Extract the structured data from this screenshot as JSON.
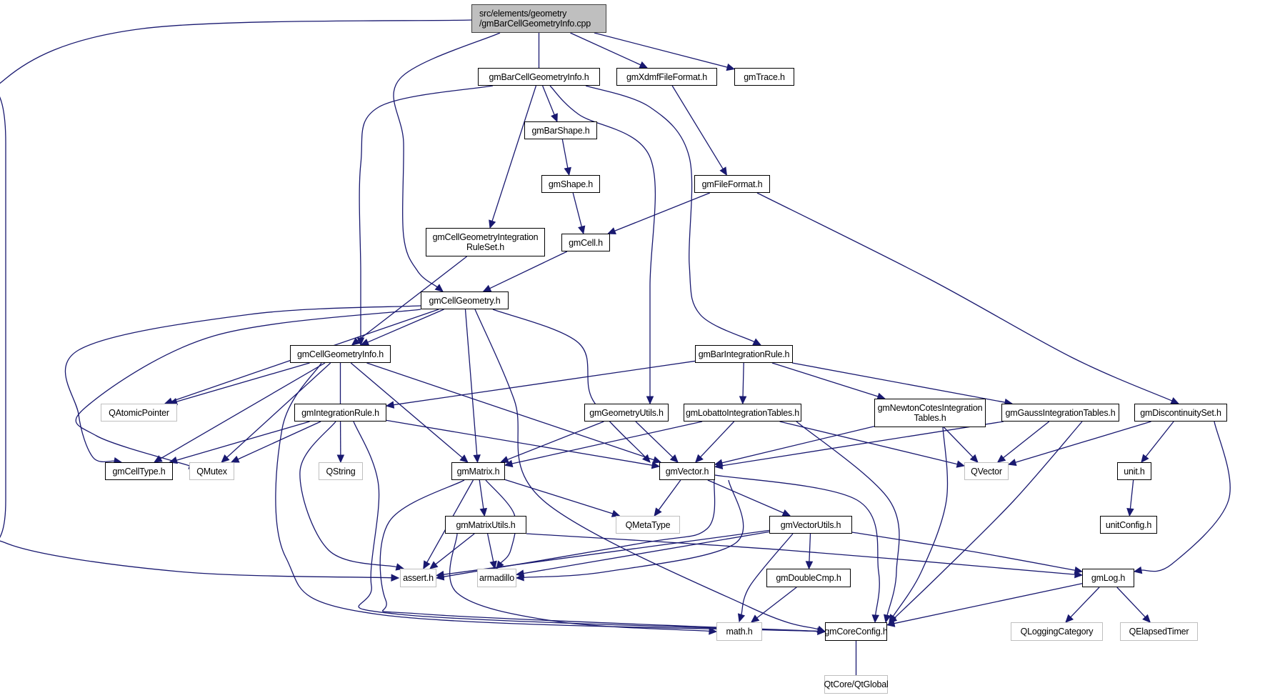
{
  "title": "src/elements/geometry/gmBarCellGeometryInfo.cpp include dependency graph",
  "colors": {
    "edge": "#191970",
    "root_fill": "#bfbfbf",
    "documented_border": "#000000",
    "external_border": "#bfbfbf"
  },
  "nodes": [
    {
      "id": "root",
      "label": "src/elements/geometry\n/gmBarCellGeometryInfo.cpp",
      "kind": "root"
    },
    {
      "id": "gmBarCellGeometryInfo_h",
      "label": "gmBarCellGeometryInfo.h",
      "kind": "doc"
    },
    {
      "id": "gmXdmfFileFormat_h",
      "label": "gmXdmfFileFormat.h",
      "kind": "doc"
    },
    {
      "id": "gmTrace_h",
      "label": "gmTrace.h",
      "kind": "doc"
    },
    {
      "id": "gmBarShape_h",
      "label": "gmBarShape.h",
      "kind": "doc"
    },
    {
      "id": "gmShape_h",
      "label": "gmShape.h",
      "kind": "doc"
    },
    {
      "id": "gmFileFormat_h",
      "label": "gmFileFormat.h",
      "kind": "doc"
    },
    {
      "id": "gmCellGeometryIntegrationRuleSet_h",
      "label": "gmCellGeometryIntegration\nRuleSet.h",
      "kind": "doc"
    },
    {
      "id": "gmCell_h",
      "label": "gmCell.h",
      "kind": "doc"
    },
    {
      "id": "gmCellGeometry_h",
      "label": "gmCellGeometry.h",
      "kind": "doc"
    },
    {
      "id": "gmCellGeometryInfo_h",
      "label": "gmCellGeometryInfo.h",
      "kind": "doc"
    },
    {
      "id": "gmBarIntegrationRule_h",
      "label": "gmBarIntegrationRule.h",
      "kind": "doc"
    },
    {
      "id": "QAtomicPointer",
      "label": "QAtomicPointer",
      "kind": "ext"
    },
    {
      "id": "gmIntegrationRule_h",
      "label": "gmIntegrationRule.h",
      "kind": "doc"
    },
    {
      "id": "gmGeometryUtils_h",
      "label": "gmGeometryUtils.h",
      "kind": "doc"
    },
    {
      "id": "gmLobattoIntegrationTables_h",
      "label": "gmLobattoIntegrationTables.h",
      "kind": "doc"
    },
    {
      "id": "gmNewtonCotesIntegrationTables_h",
      "label": "gmNewtonCotesIntegration\nTables.h",
      "kind": "doc"
    },
    {
      "id": "gmGaussIntegrationTables_h",
      "label": "gmGaussIntegrationTables.h",
      "kind": "doc"
    },
    {
      "id": "gmDiscontinuitySet_h",
      "label": "gmDiscontinuitySet.h",
      "kind": "doc"
    },
    {
      "id": "gmCellType_h",
      "label": "gmCellType.h",
      "kind": "doc"
    },
    {
      "id": "QMutex",
      "label": "QMutex",
      "kind": "ext"
    },
    {
      "id": "QString",
      "label": "QString",
      "kind": "ext"
    },
    {
      "id": "gmMatrix_h",
      "label": "gmMatrix.h",
      "kind": "doc"
    },
    {
      "id": "gmVector_h",
      "label": "gmVector.h",
      "kind": "doc"
    },
    {
      "id": "QVector",
      "label": "QVector",
      "kind": "ext"
    },
    {
      "id": "unit_h",
      "label": "unit.h",
      "kind": "doc"
    },
    {
      "id": "gmMatrixUtils_h",
      "label": "gmMatrixUtils.h",
      "kind": "doc"
    },
    {
      "id": "QMetaType",
      "label": "QMetaType",
      "kind": "ext"
    },
    {
      "id": "gmVectorUtils_h",
      "label": "gmVectorUtils.h",
      "kind": "doc"
    },
    {
      "id": "unitConfig_h",
      "label": "unitConfig.h",
      "kind": "doc"
    },
    {
      "id": "assert_h",
      "label": "assert.h",
      "kind": "ext"
    },
    {
      "id": "armadillo",
      "label": "armadillo",
      "kind": "ext"
    },
    {
      "id": "gmDoubleCmp_h",
      "label": "gmDoubleCmp.h",
      "kind": "doc"
    },
    {
      "id": "gmLog_h",
      "label": "gmLog.h",
      "kind": "doc"
    },
    {
      "id": "math_h",
      "label": "math.h",
      "kind": "ext"
    },
    {
      "id": "gmCoreConfig_h",
      "label": "gmCoreConfig.h",
      "kind": "doc"
    },
    {
      "id": "QLoggingCategory",
      "label": "QLoggingCategory",
      "kind": "ext"
    },
    {
      "id": "QElapsedTimer",
      "label": "QElapsedTimer",
      "kind": "ext"
    },
    {
      "id": "QtCore_QtGlobal",
      "label": "QtCore/QtGlobal",
      "kind": "ext"
    }
  ],
  "edges": [
    [
      "root",
      "gmBarCellGeometryInfo_h"
    ],
    [
      "root",
      "gmXdmfFileFormat_h"
    ],
    [
      "root",
      "gmTrace_h"
    ],
    [
      "root",
      "gmCellGeometry_h"
    ],
    [
      "root",
      "assert_h"
    ],
    [
      "gmBarCellGeometryInfo_h",
      "gmBarShape_h"
    ],
    [
      "gmBarCellGeometryInfo_h",
      "gmCellGeometryIntegrationRuleSet_h"
    ],
    [
      "gmBarCellGeometryInfo_h",
      "gmCellGeometryInfo_h"
    ],
    [
      "gmBarCellGeometryInfo_h",
      "gmGeometryUtils_h"
    ],
    [
      "gmBarCellGeometryInfo_h",
      "gmBarIntegrationRule_h"
    ],
    [
      "gmXdmfFileFormat_h",
      "gmFileFormat_h"
    ],
    [
      "gmBarShape_h",
      "gmShape_h"
    ],
    [
      "gmShape_h",
      "gmCell_h"
    ],
    [
      "gmFileFormat_h",
      "gmCell_h"
    ],
    [
      "gmFileFormat_h",
      "gmDiscontinuitySet_h"
    ],
    [
      "gmCellGeometryIntegrationRuleSet_h",
      "gmCellGeometryInfo_h"
    ],
    [
      "gmCell_h",
      "gmCellGeometry_h"
    ],
    [
      "gmCellGeometry_h",
      "gmCellGeometryInfo_h"
    ],
    [
      "gmCellGeometry_h",
      "QAtomicPointer"
    ],
    [
      "gmCellGeometry_h",
      "gmCellType_h"
    ],
    [
      "gmCellGeometry_h",
      "QMutex"
    ],
    [
      "gmCellGeometry_h",
      "gmMatrix_h"
    ],
    [
      "gmCellGeometry_h",
      "gmVector_h"
    ],
    [
      "gmCellGeometry_h",
      "gmCoreConfig_h"
    ],
    [
      "gmCellGeometryInfo_h",
      "QAtomicPointer"
    ],
    [
      "gmCellGeometryInfo_h",
      "gmCellType_h"
    ],
    [
      "gmCellGeometryInfo_h",
      "QMutex"
    ],
    [
      "gmCellGeometryInfo_h",
      "gmIntegrationRule_h"
    ],
    [
      "gmCellGeometryInfo_h",
      "gmMatrix_h"
    ],
    [
      "gmCellGeometryInfo_h",
      "gmVector_h"
    ],
    [
      "gmCellGeometryInfo_h",
      "gmCoreConfig_h"
    ],
    [
      "gmBarIntegrationRule_h",
      "gmIntegrationRule_h"
    ],
    [
      "gmBarIntegrationRule_h",
      "gmLobattoIntegrationTables_h"
    ],
    [
      "gmBarIntegrationRule_h",
      "gmNewtonCotesIntegrationTables_h"
    ],
    [
      "gmBarIntegrationRule_h",
      "gmGaussIntegrationTables_h"
    ],
    [
      "gmIntegrationRule_h",
      "gmCellType_h"
    ],
    [
      "gmIntegrationRule_h",
      "QMutex"
    ],
    [
      "gmIntegrationRule_h",
      "QString"
    ],
    [
      "gmIntegrationRule_h",
      "gmVector_h"
    ],
    [
      "gmIntegrationRule_h",
      "assert_h"
    ],
    [
      "gmIntegrationRule_h",
      "gmCoreConfig_h"
    ],
    [
      "gmGeometryUtils_h",
      "gmMatrix_h"
    ],
    [
      "gmGeometryUtils_h",
      "gmVector_h"
    ],
    [
      "gmLobattoIntegrationTables_h",
      "gmMatrix_h"
    ],
    [
      "gmLobattoIntegrationTables_h",
      "gmVector_h"
    ],
    [
      "gmLobattoIntegrationTables_h",
      "QVector"
    ],
    [
      "gmLobattoIntegrationTables_h",
      "gmCoreConfig_h"
    ],
    [
      "gmNewtonCotesIntegrationTables_h",
      "gmVector_h"
    ],
    [
      "gmNewtonCotesIntegrationTables_h",
      "QVector"
    ],
    [
      "gmNewtonCotesIntegrationTables_h",
      "gmCoreConfig_h"
    ],
    [
      "gmGaussIntegrationTables_h",
      "gmVector_h"
    ],
    [
      "gmGaussIntegrationTables_h",
      "QVector"
    ],
    [
      "gmGaussIntegrationTables_h",
      "gmCoreConfig_h"
    ],
    [
      "gmDiscontinuitySet_h",
      "QVector"
    ],
    [
      "gmDiscontinuitySet_h",
      "unit_h"
    ],
    [
      "gmDiscontinuitySet_h",
      "gmLog_h"
    ],
    [
      "unit_h",
      "unitConfig_h"
    ],
    [
      "gmMatrix_h",
      "gmMatrixUtils_h"
    ],
    [
      "gmMatrix_h",
      "QMetaType"
    ],
    [
      "gmMatrix_h",
      "assert_h"
    ],
    [
      "gmMatrix_h",
      "armadillo"
    ],
    [
      "gmMatrix_h",
      "gmCoreConfig_h"
    ],
    [
      "gmVector_h",
      "QMetaType"
    ],
    [
      "gmVector_h",
      "gmVectorUtils_h"
    ],
    [
      "gmVector_h",
      "assert_h"
    ],
    [
      "gmVector_h",
      "armadillo"
    ],
    [
      "gmVector_h",
      "gmCoreConfig_h"
    ],
    [
      "gmMatrixUtils_h",
      "assert_h"
    ],
    [
      "gmMatrixUtils_h",
      "armadillo"
    ],
    [
      "gmMatrixUtils_h",
      "math_h"
    ],
    [
      "gmMatrixUtils_h",
      "gmLog_h"
    ],
    [
      "gmVectorUtils_h",
      "assert_h"
    ],
    [
      "gmVectorUtils_h",
      "armadillo"
    ],
    [
      "gmVectorUtils_h",
      "math_h"
    ],
    [
      "gmVectorUtils_h",
      "gmDoubleCmp_h"
    ],
    [
      "gmVectorUtils_h",
      "gmLog_h"
    ],
    [
      "gmDoubleCmp_h",
      "math_h"
    ],
    [
      "gmLog_h",
      "gmCoreConfig_h"
    ],
    [
      "gmLog_h",
      "QLoggingCategory"
    ],
    [
      "gmLog_h",
      "QElapsedTimer"
    ],
    [
      "gmCoreConfig_h",
      "QtCore_QtGlobal"
    ]
  ]
}
